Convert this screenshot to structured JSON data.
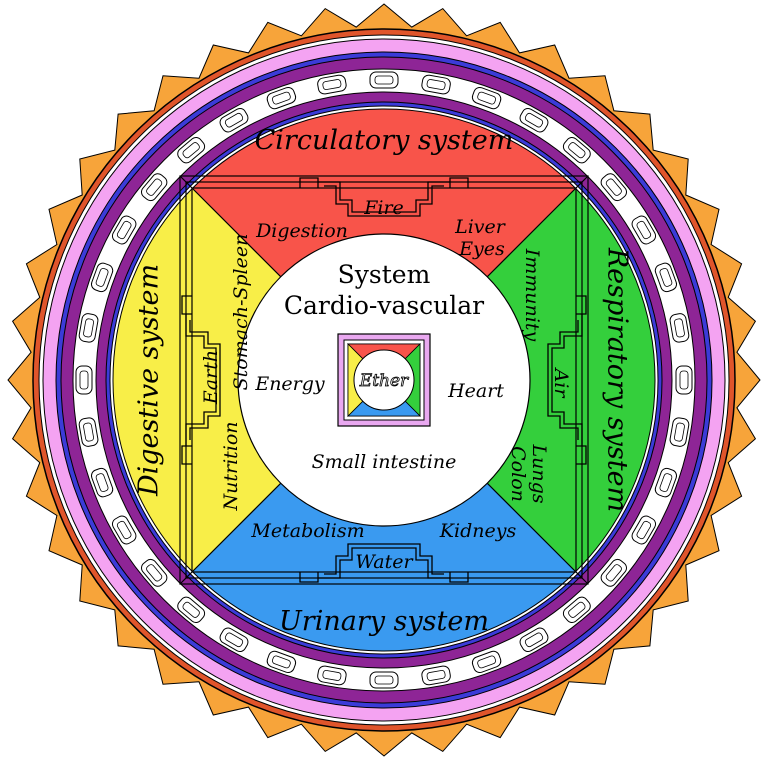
{
  "colors": {
    "flame": "#f7a43a",
    "red_ring": "#e0552b",
    "pink_ring": "#f4a3f2",
    "blue_ring": "#3b3bd8",
    "purple_band": "#8e2596",
    "white_band": "#ffffff",
    "red_quadrant": "#f8544a",
    "green_quadrant": "#34cf3c",
    "blue_quadrant": "#3a9af0",
    "yellow_quadrant": "#f8ee48",
    "center": "#ffffff",
    "ether_frame": "#e9a8f0"
  },
  "outer": {
    "circulatory": "Circulatory system",
    "respiratory": "Respiratory system",
    "urinary": "Urinary system",
    "digestive": "Digestive system"
  },
  "elements": {
    "fire": "Fire",
    "air": "Air",
    "water": "Water",
    "earth": "Earth",
    "ether": "Ether"
  },
  "organs": {
    "digestion": "Digestion",
    "liver": "Liver",
    "eyes": "Eyes",
    "immunity": "Immunity",
    "lungs": "Lungs",
    "colon": "Colon",
    "metabolism": "Metabolism",
    "kidneys": "Kidneys",
    "nutrition": "Nutrition",
    "stomach_spleen": "Stomach-Spleen"
  },
  "center": {
    "line1": "System",
    "line2": "Cardio-vascular",
    "energy": "Energy",
    "heart": "Heart",
    "small_intestine": "Small intestine"
  }
}
